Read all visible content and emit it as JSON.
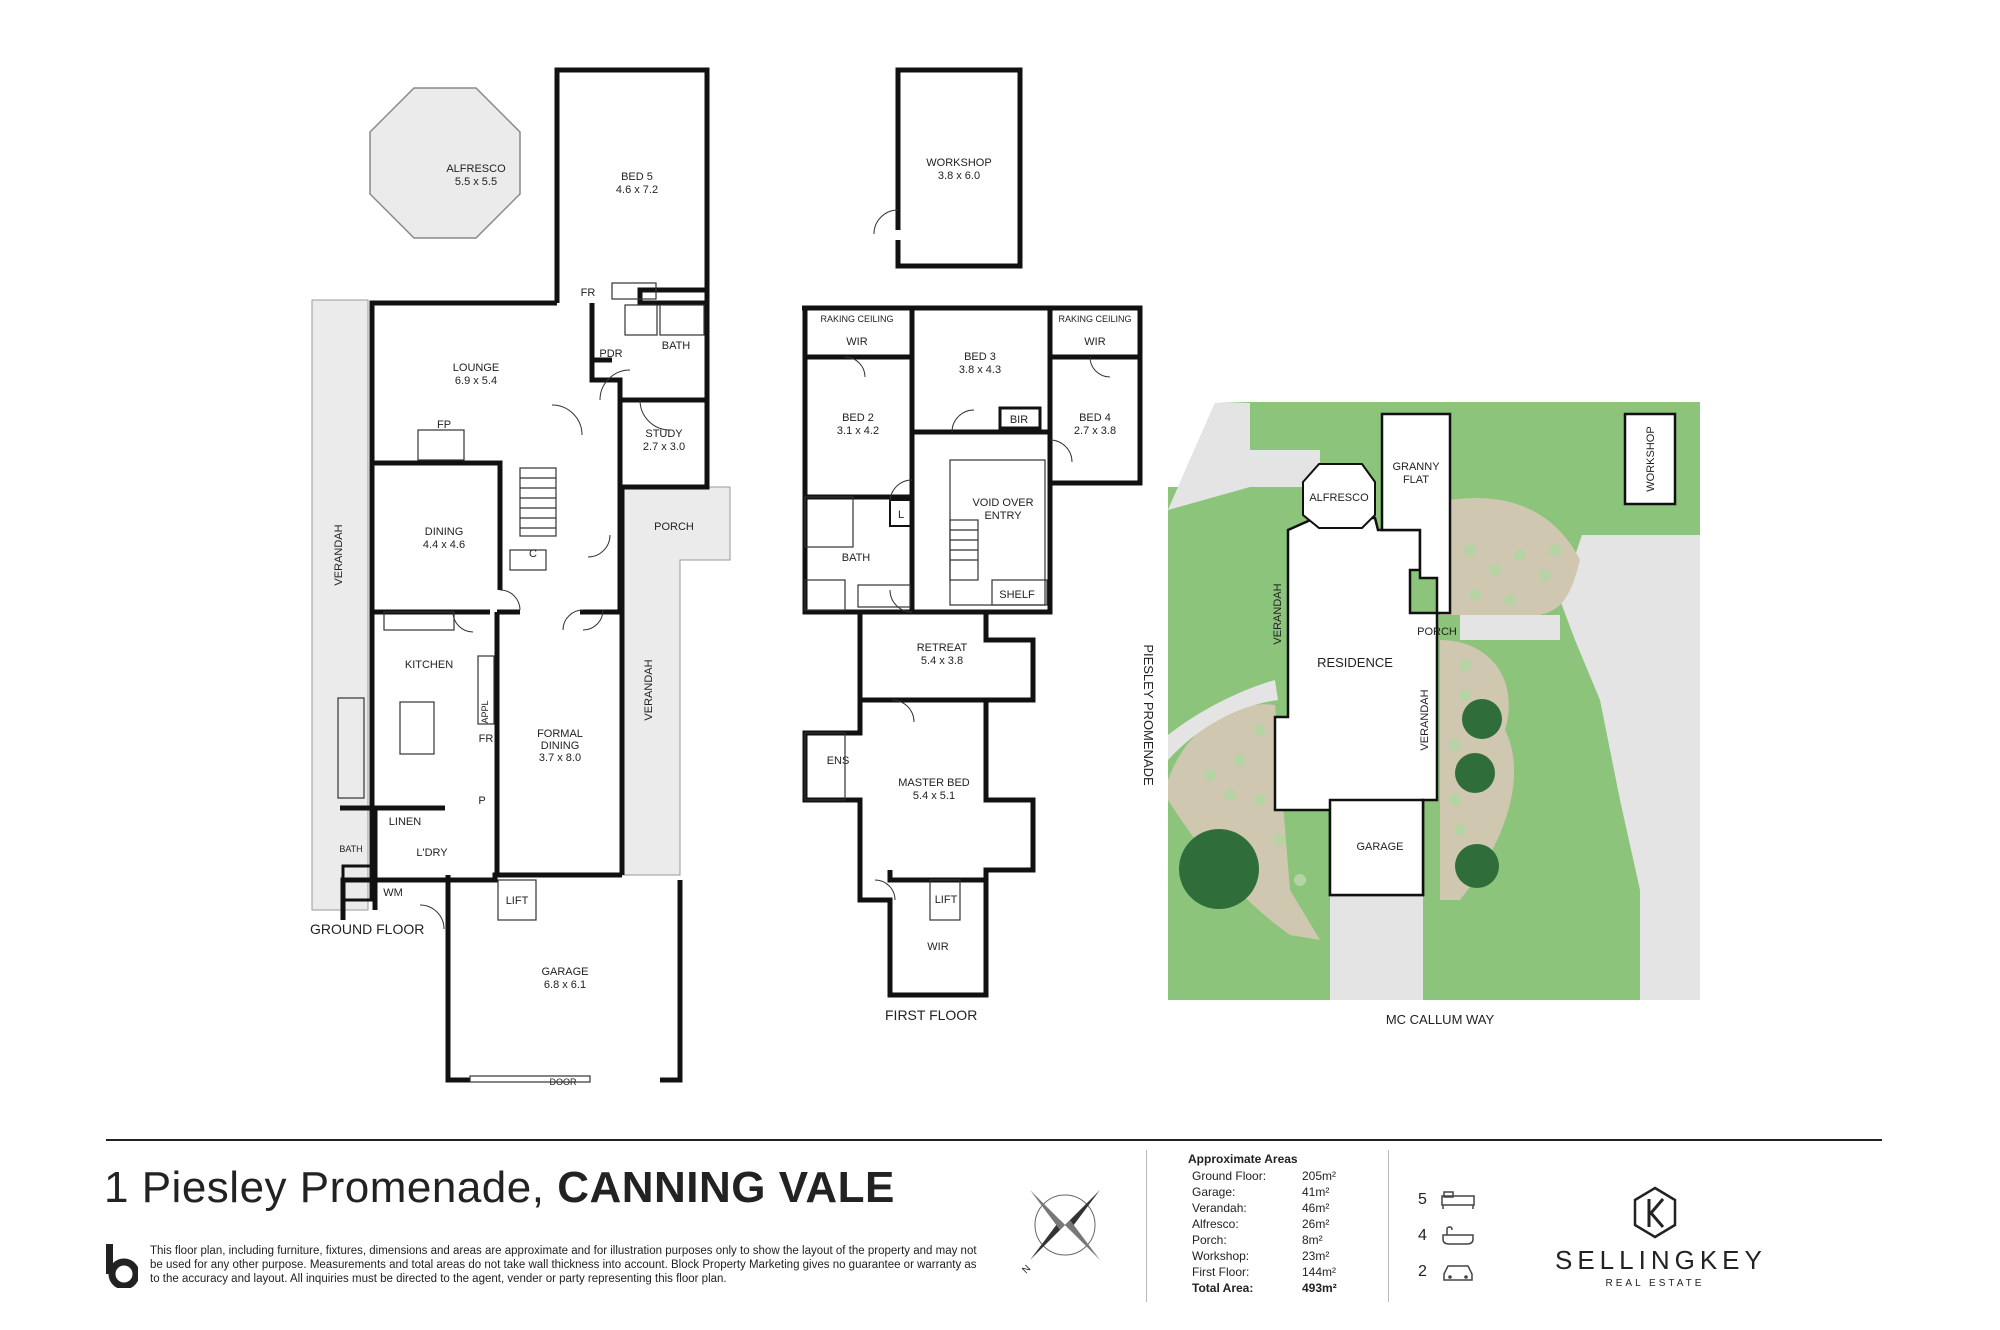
{
  "ground_floor": {
    "label": "GROUND FLOOR",
    "rooms": {
      "alfresco": {
        "name": "ALFRESCO",
        "dim": "5.5 x 5.5"
      },
      "bed5": {
        "name": "BED 5",
        "dim": "4.6 x 7.2"
      },
      "lounge": {
        "name": "LOUNGE",
        "dim": "6.9 x 5.4"
      },
      "fp": "FP",
      "fr": "FR",
      "pdr": "PDR",
      "bath": "BATH",
      "study": {
        "name": "STUDY",
        "dim": "2.7 x 3.0"
      },
      "porch": "PORCH",
      "dining": {
        "name": "DINING",
        "dim": "4.4 x 4.6"
      },
      "c": "C",
      "verandah_left": "VERANDAH",
      "verandah_right": "VERANDAH",
      "kitchen": "KITCHEN",
      "appl": "APPL",
      "fr2": "FR",
      "formal_dining_1": "FORMAL",
      "formal_dining_2": "DINING",
      "formal_dining_dim": "3.7 x 8.0",
      "linen": "LINEN",
      "p": "P",
      "ldry": "L'DRY",
      "bath2": "BATH",
      "wm": "WM",
      "lift": "LIFT",
      "garage": {
        "name": "GARAGE",
        "dim": "6.8 x 6.1"
      },
      "door": "DOOR"
    }
  },
  "workshop_plan": {
    "name": "WORKSHOP",
    "dim": "3.8 x 6.0"
  },
  "first_floor": {
    "label": "FIRST FLOOR",
    "rooms": {
      "raking1": "RAKING CEILING",
      "wir1": "WIR",
      "bed3": {
        "name": "BED 3",
        "dim": "3.8 x 4.3"
      },
      "raking2": "RAKING CEILING",
      "wir2": "WIR",
      "bed2": {
        "name": "BED 2",
        "dim": "3.1 x 4.2"
      },
      "bir": "BIR",
      "bed4": {
        "name": "BED 4",
        "dim": "2.7 x 3.8"
      },
      "void1": "VOID OVER",
      "void2": "ENTRY",
      "l": "L",
      "bath": "BATH",
      "shelf": "SHELF",
      "retreat": {
        "name": "RETREAT",
        "dim": "5.4 x 3.8"
      },
      "ens": "ENS",
      "master": {
        "name": "MASTER BED",
        "dim": "5.4 x 5.1"
      },
      "lift": "LIFT",
      "wir3": "WIR"
    }
  },
  "site_plan": {
    "alfresco": "ALFRESCO",
    "granny1": "GRANNY",
    "granny2": "FLAT",
    "workshop": "WORKSHOP",
    "verandah1": "VERANDAH",
    "verandah2": "VERANDAH",
    "residence": "RESIDENCE",
    "porch": "PORCH",
    "garage": "GARAGE",
    "street_side": "PIESLEY PROMENADE",
    "street_bottom": "MC CALLUM WAY",
    "colors": {
      "lawn": "#8bc47a",
      "garden": "#cfc7b0",
      "paving": "#e4e4e4",
      "tree": "#2f6e3a"
    }
  },
  "footer": {
    "address_street": "1 Piesley Promenade, ",
    "address_suburb": "CANNING VALE",
    "disclaimer": "This floor plan, including furniture, fixtures, dimensions and areas are approximate and for illustration purposes only to show the layout of the property and may not be used for any other purpose. Measurements and total areas do not take wall thickness into account. Block Property Marketing gives no guarantee or warranty as to the accuracy and layout. All inquiries must be directed to the agent, vender or party representing this floor plan.",
    "compass_label": "N",
    "areas_title": "Approximate Areas",
    "areas": [
      {
        "label": "Ground Floor:",
        "value": "205m²"
      },
      {
        "label": "Garage:",
        "value": "41m²"
      },
      {
        "label": "Verandah:",
        "value": "46m²"
      },
      {
        "label": "Alfresco:",
        "value": "26m²"
      },
      {
        "label": "Porch:",
        "value": "8m²"
      },
      {
        "label": "Workshop:",
        "value": "23m²"
      },
      {
        "label": "First Floor:",
        "value": "144m²"
      }
    ],
    "total": {
      "label": "Total Area:",
      "value": "493m²"
    },
    "stats": {
      "beds": "5",
      "baths": "4",
      "cars": "2"
    },
    "stat_icons": {
      "beds": "bed-icon",
      "baths": "bath-icon",
      "cars": "car-icon"
    },
    "brand_name": "SELLINGKEY",
    "brand_sub": "REAL ESTATE"
  }
}
